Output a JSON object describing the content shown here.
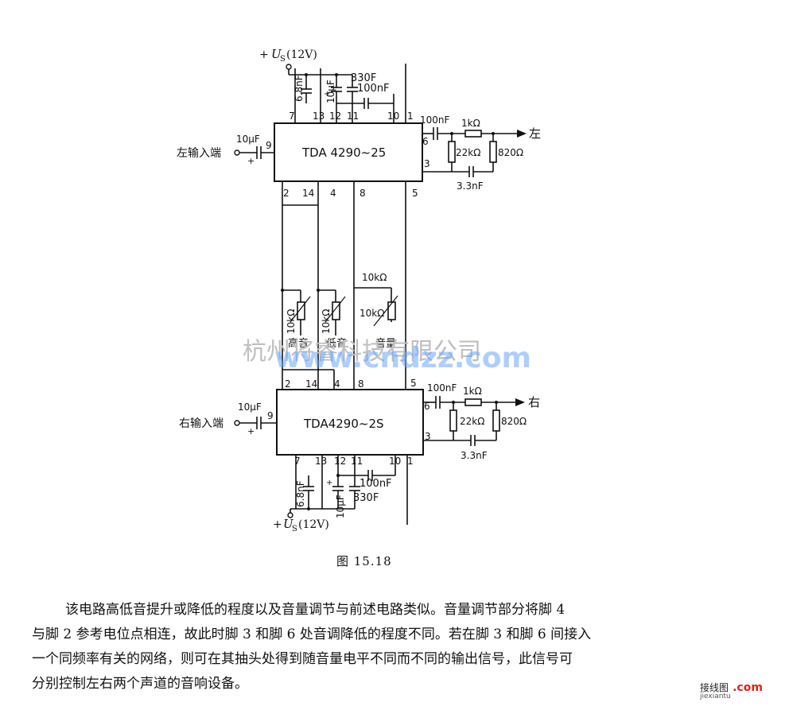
{
  "supply": {
    "top": "+ U_S(12V)",
    "bottom": "+ U_S(12V)",
    "U": "U",
    "S": "S",
    "v12": "(12V)",
    "plus": "+"
  },
  "chips": {
    "top": "TDA 4290~25",
    "bottom": "TDA4290~2S"
  },
  "inputs": {
    "left": "左输入端",
    "right": "右输入端"
  },
  "outputs": {
    "left": "左",
    "right": "右"
  },
  "components": {
    "c_in": "10μF",
    "c_68n": "6.8nF",
    "c_10u": "10μF",
    "c_330": "330F",
    "c_100n": "100nF",
    "c_out": "100nF",
    "r_1k": "1kΩ",
    "r_22k": "22kΩ",
    "r_820": "820Ω",
    "c_33n": "3.3nF",
    "r_10k": "10kΩ"
  },
  "controls": {
    "treble": "高音",
    "bass": "低音",
    "volume": "音量"
  },
  "pins": {
    "p1": "1",
    "p2": "2",
    "p3": "3",
    "p4": "4",
    "p5": "5",
    "p6": "6",
    "p7": "7",
    "p8": "8",
    "p9": "9",
    "p10": "10",
    "p11": "11",
    "p12": "12",
    "p13": "13",
    "p14": "14"
  },
  "watermark": {
    "text": "杭州将睿科技有限公司",
    "site": "www.cndzz.com"
  },
  "caption": "图 15.18",
  "paragraph": [
    "该电路高低音提升或降低的程度以及音量调节与前述电路类似。音量调节部分将脚 4",
    "与脚 2 参考电位点相连，故此时脚 3 和脚 6 处音调降低的程度不同。若在脚 3 和脚 6 间接入",
    "一个同频率有关的网络，则可在其抽头处得到随音量电平不同而不同的输出信号，此信号可",
    "分别控制左右两个声道的音响设备。"
  ],
  "logo": {
    "text": "接线图",
    "sub": "jiexiantu",
    "com": ".com"
  }
}
